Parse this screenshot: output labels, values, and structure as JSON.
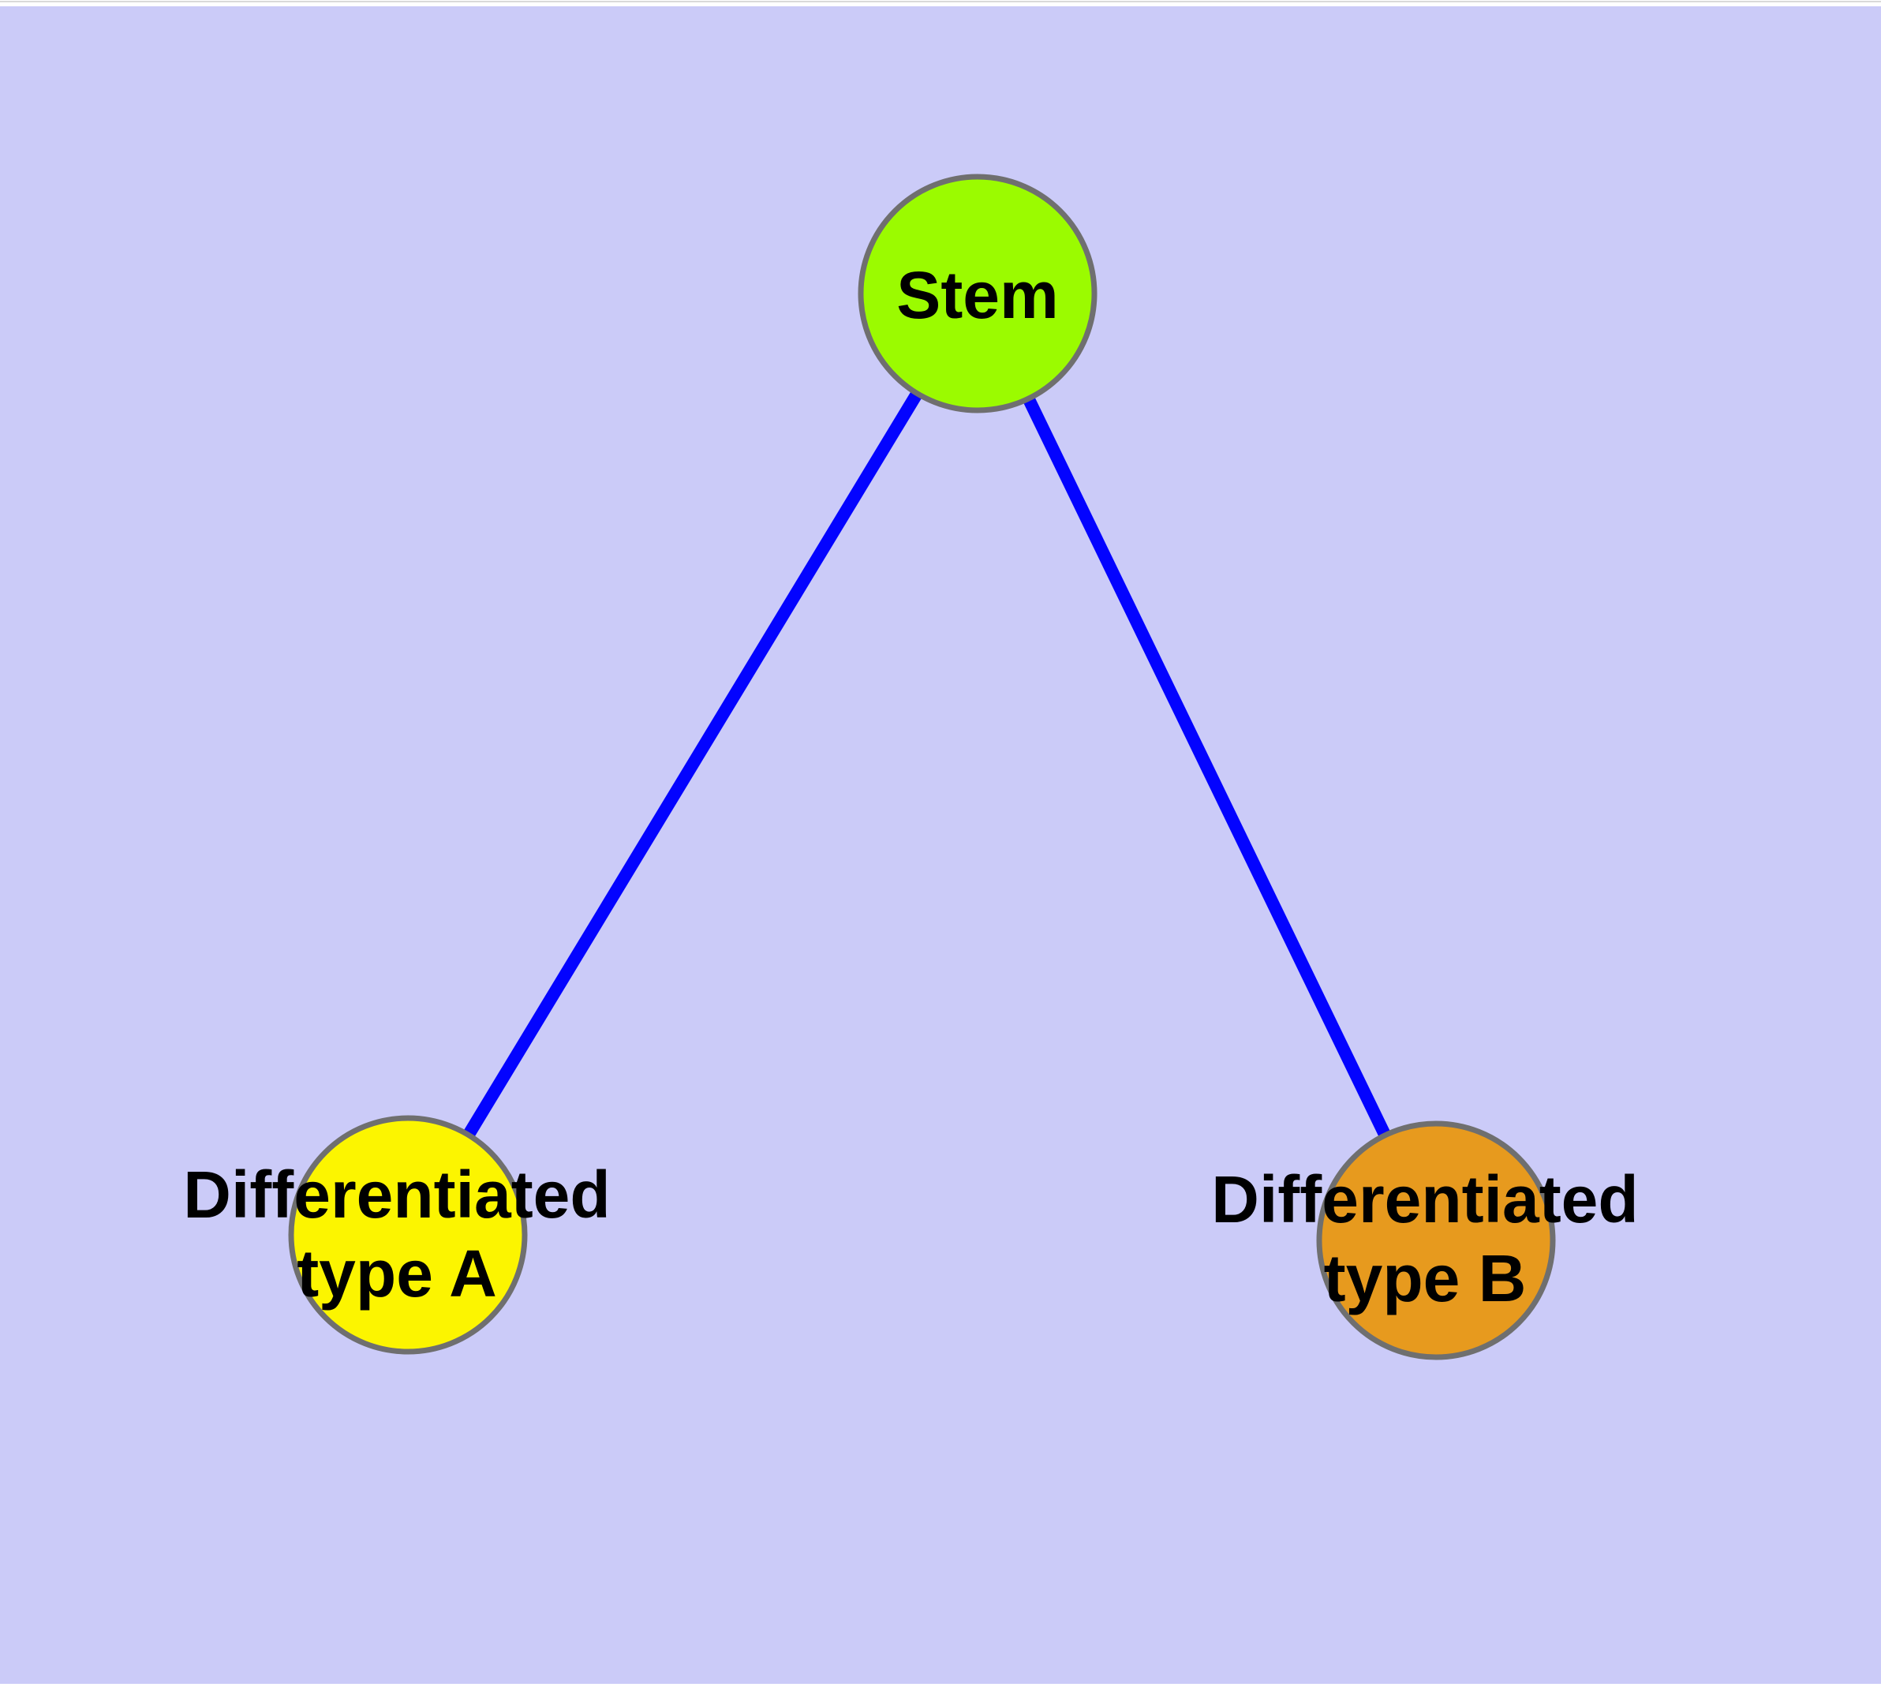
{
  "figure": {
    "background_color": "#CBCBF8",
    "frame_color": "#FFFFFF",
    "edge_color": "#0303FF",
    "node_border_color": "#6F6F6F",
    "label_color": "#000000",
    "nodes": [
      {
        "id": "stem",
        "label": "Stem",
        "line1": "Stem",
        "fill": "#9BFB00"
      },
      {
        "id": "differentiated-type-a",
        "label": "Differentiated type A",
        "line1": "Differentiated",
        "line2": "type A",
        "fill": "#FCF500"
      },
      {
        "id": "differentiated-type-b",
        "label": "Differentiated type B",
        "line1": "Differentiated",
        "line2": "type B",
        "fill": "#E79A1E"
      }
    ],
    "edges": [
      {
        "from": "Stem",
        "to": "Differentiated type A"
      },
      {
        "from": "Stem",
        "to": "Differentiated type B"
      }
    ]
  }
}
